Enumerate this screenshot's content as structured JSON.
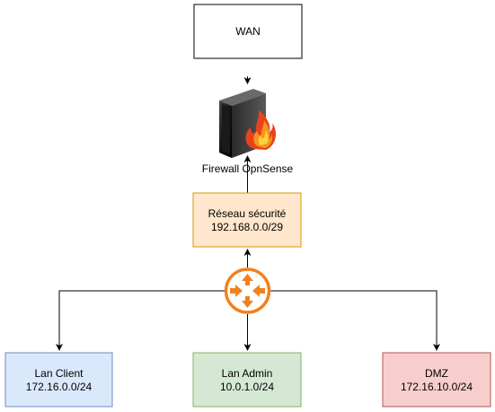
{
  "nodes": {
    "wan": {
      "line1": "WAN"
    },
    "firewall": {
      "label": "Firewall OpnSense"
    },
    "security_network": {
      "line1": "Réseau sécurité",
      "line2": "192.168.0.0/29"
    },
    "lan_client": {
      "line1": "Lan Client",
      "line2": "172.16.0.0/24"
    },
    "lan_admin": {
      "line1": "Lan Admin",
      "line2": "10.0.1.0/24"
    },
    "dmz": {
      "line1": "DMZ",
      "line2": "172.16.10.0/24"
    }
  },
  "icons": {
    "firewall": "firewall-icon",
    "router": "router-icon"
  },
  "colors": {
    "wan_fill": "#ffffff",
    "security_fill": "#ffe6cc",
    "security_stroke": "#d79b00",
    "client_fill": "#dae8fc",
    "client_stroke": "#6c8ebf",
    "admin_fill": "#d5e8d4",
    "admin_stroke": "#82b366",
    "dmz_fill": "#f8cecc",
    "dmz_stroke": "#b85450",
    "router_orange": "#f2811d"
  }
}
